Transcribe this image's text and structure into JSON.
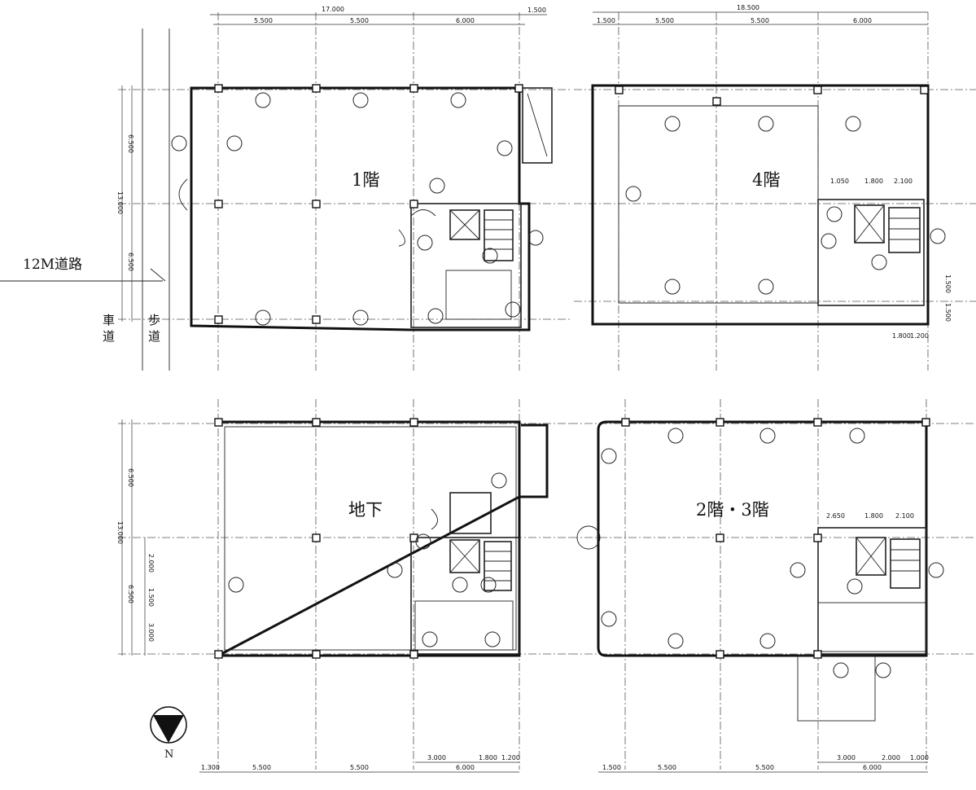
{
  "plans": {
    "p1": {
      "label": "1階",
      "dims_top_total": "17.000",
      "dims_top": [
        "5.500",
        "5.500",
        "6.000"
      ],
      "dim_top_side": "1.500",
      "dims_left_total": "13.000",
      "dims_left": [
        "6.500",
        "6.500"
      ]
    },
    "p4": {
      "label": "4階",
      "dims_top_total": "18.500",
      "dim_top_side": "1.500",
      "dims_top": [
        "5.500",
        "5.500",
        "6.000"
      ],
      "dims_core": [
        "1.050",
        "1.800",
        "2.100"
      ],
      "dims_right": [
        "1.500",
        "1.500"
      ],
      "dims_bottom": [
        "1.800",
        "1.200"
      ]
    },
    "pb": {
      "label": "地下",
      "dims_left_total": "13.000",
      "dims_left": [
        "6.500",
        "6.500"
      ],
      "dims_left_inner": [
        "2.000",
        "1.500",
        "3.000"
      ],
      "dims_bottom_left": "1.300",
      "dims_bottom": [
        "5.500",
        "5.500",
        "6.000"
      ],
      "dims_bottom_core": [
        "3.000",
        "1.800",
        "1.200"
      ]
    },
    "p23": {
      "label": "2階・3階",
      "dims_core": [
        "2.650",
        "1.800",
        "2.100"
      ],
      "dims_bottom_left": "1.500",
      "dims_bottom": [
        "5.500",
        "5.500",
        "6.000"
      ],
      "dims_bottom_core": [
        "3.000",
        "2.000",
        "1.000"
      ]
    }
  },
  "site": {
    "road_label": "12M道路",
    "roadway_label": "車道",
    "sidewalk_label": "歩道",
    "north_label": "N"
  }
}
